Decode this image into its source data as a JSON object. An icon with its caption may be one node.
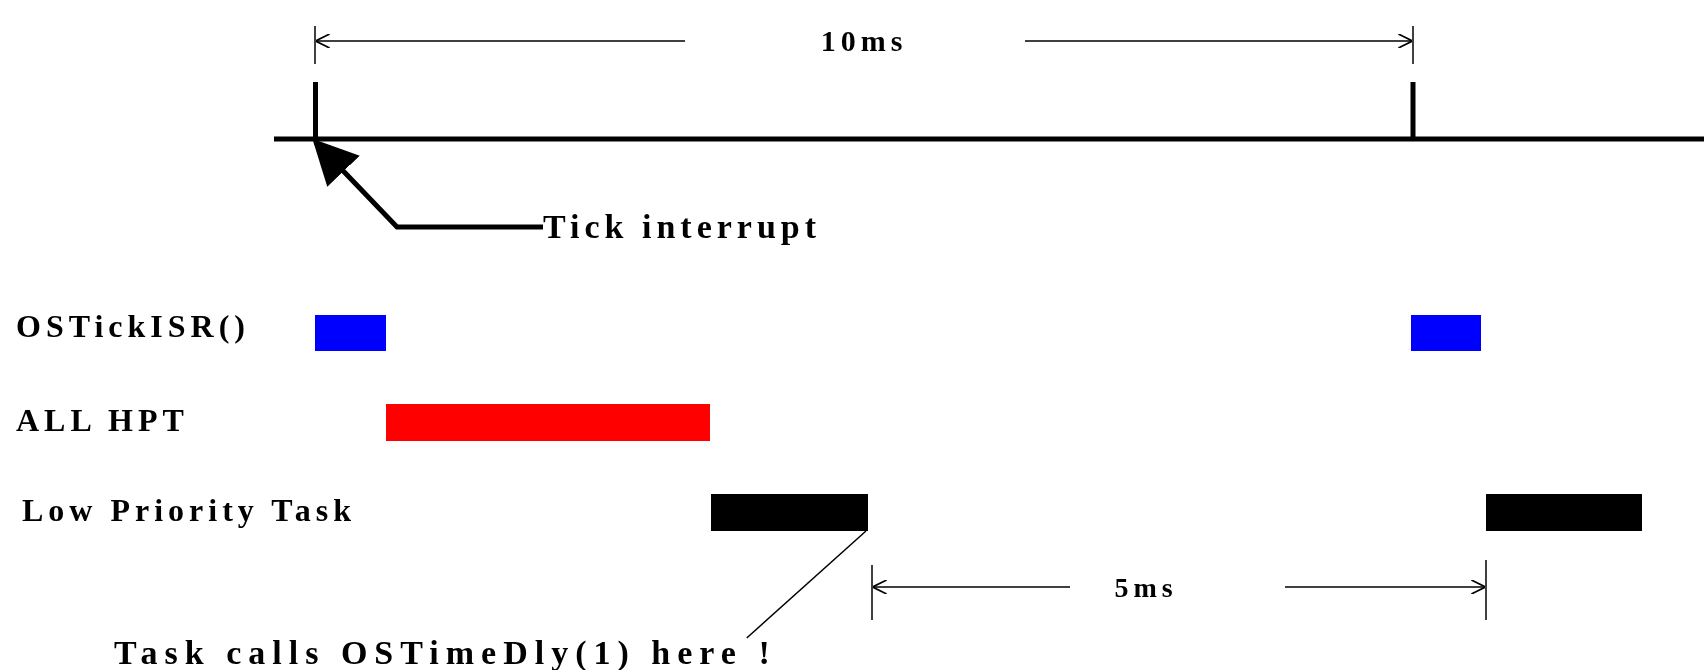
{
  "diagram": {
    "nodes": [
      {
        "text": [
          "Tick interrupt"
        ]
      },
      {
        "text": [],
        "shape": "line"
      },
      {
        "text": [
          "Task calls OSTimeDly(1) here !"
        ]
      },
      {
        "text": [],
        "shape": "bar"
      },
      {
        "text": [],
        "shape": "bar"
      },
      {
        "text": [],
        "shape": "bar"
      },
      {
        "text": [],
        "shape": "bar"
      },
      {
        "text": [],
        "shape": "bar"
      }
    ],
    "edges": [
      {
        "from": 0,
        "to": 1,
        "arrow": "to",
        "style": "thick"
      },
      {
        "from": 2,
        "to": 6,
        "arrow": "none"
      }
    ],
    "labels": [
      "10ms",
      "OSTickISR()",
      "ALL HPT",
      "Low Priority Task",
      "5ms"
    ]
  }
}
